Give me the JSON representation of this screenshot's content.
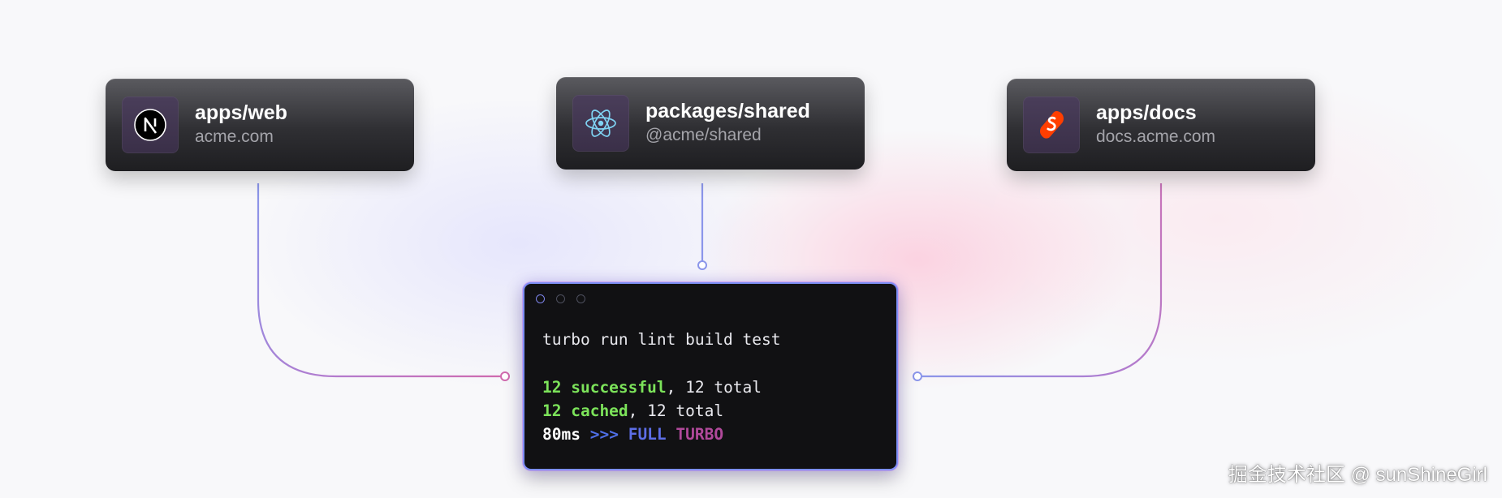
{
  "nodes": [
    {
      "id": "web",
      "title": "apps/web",
      "subtitle": "acme.com",
      "icon": "nextjs-icon"
    },
    {
      "id": "shared",
      "title": "packages/shared",
      "subtitle": "@acme/shared",
      "icon": "react-icon"
    },
    {
      "id": "docs",
      "title": "apps/docs",
      "subtitle": "docs.acme.com",
      "icon": "svelte-icon"
    }
  ],
  "terminal": {
    "command": "turbo run lint build test",
    "line1": {
      "count": "12 successful",
      "rest": ", 12 total"
    },
    "line2": {
      "count": "12 cached",
      "rest": ", 12 total"
    },
    "line3": {
      "time": "80ms",
      "arrows": ">>>",
      "word1": "FULL",
      "word2": "TURBO"
    }
  },
  "colors": {
    "wire_blue": "#8b96ea",
    "wire_pink": "#c873b9",
    "success_green": "#7ce35a",
    "terminal_bg": "#111113"
  },
  "watermark": "掘金技术社区 @ sunShineGirl"
}
